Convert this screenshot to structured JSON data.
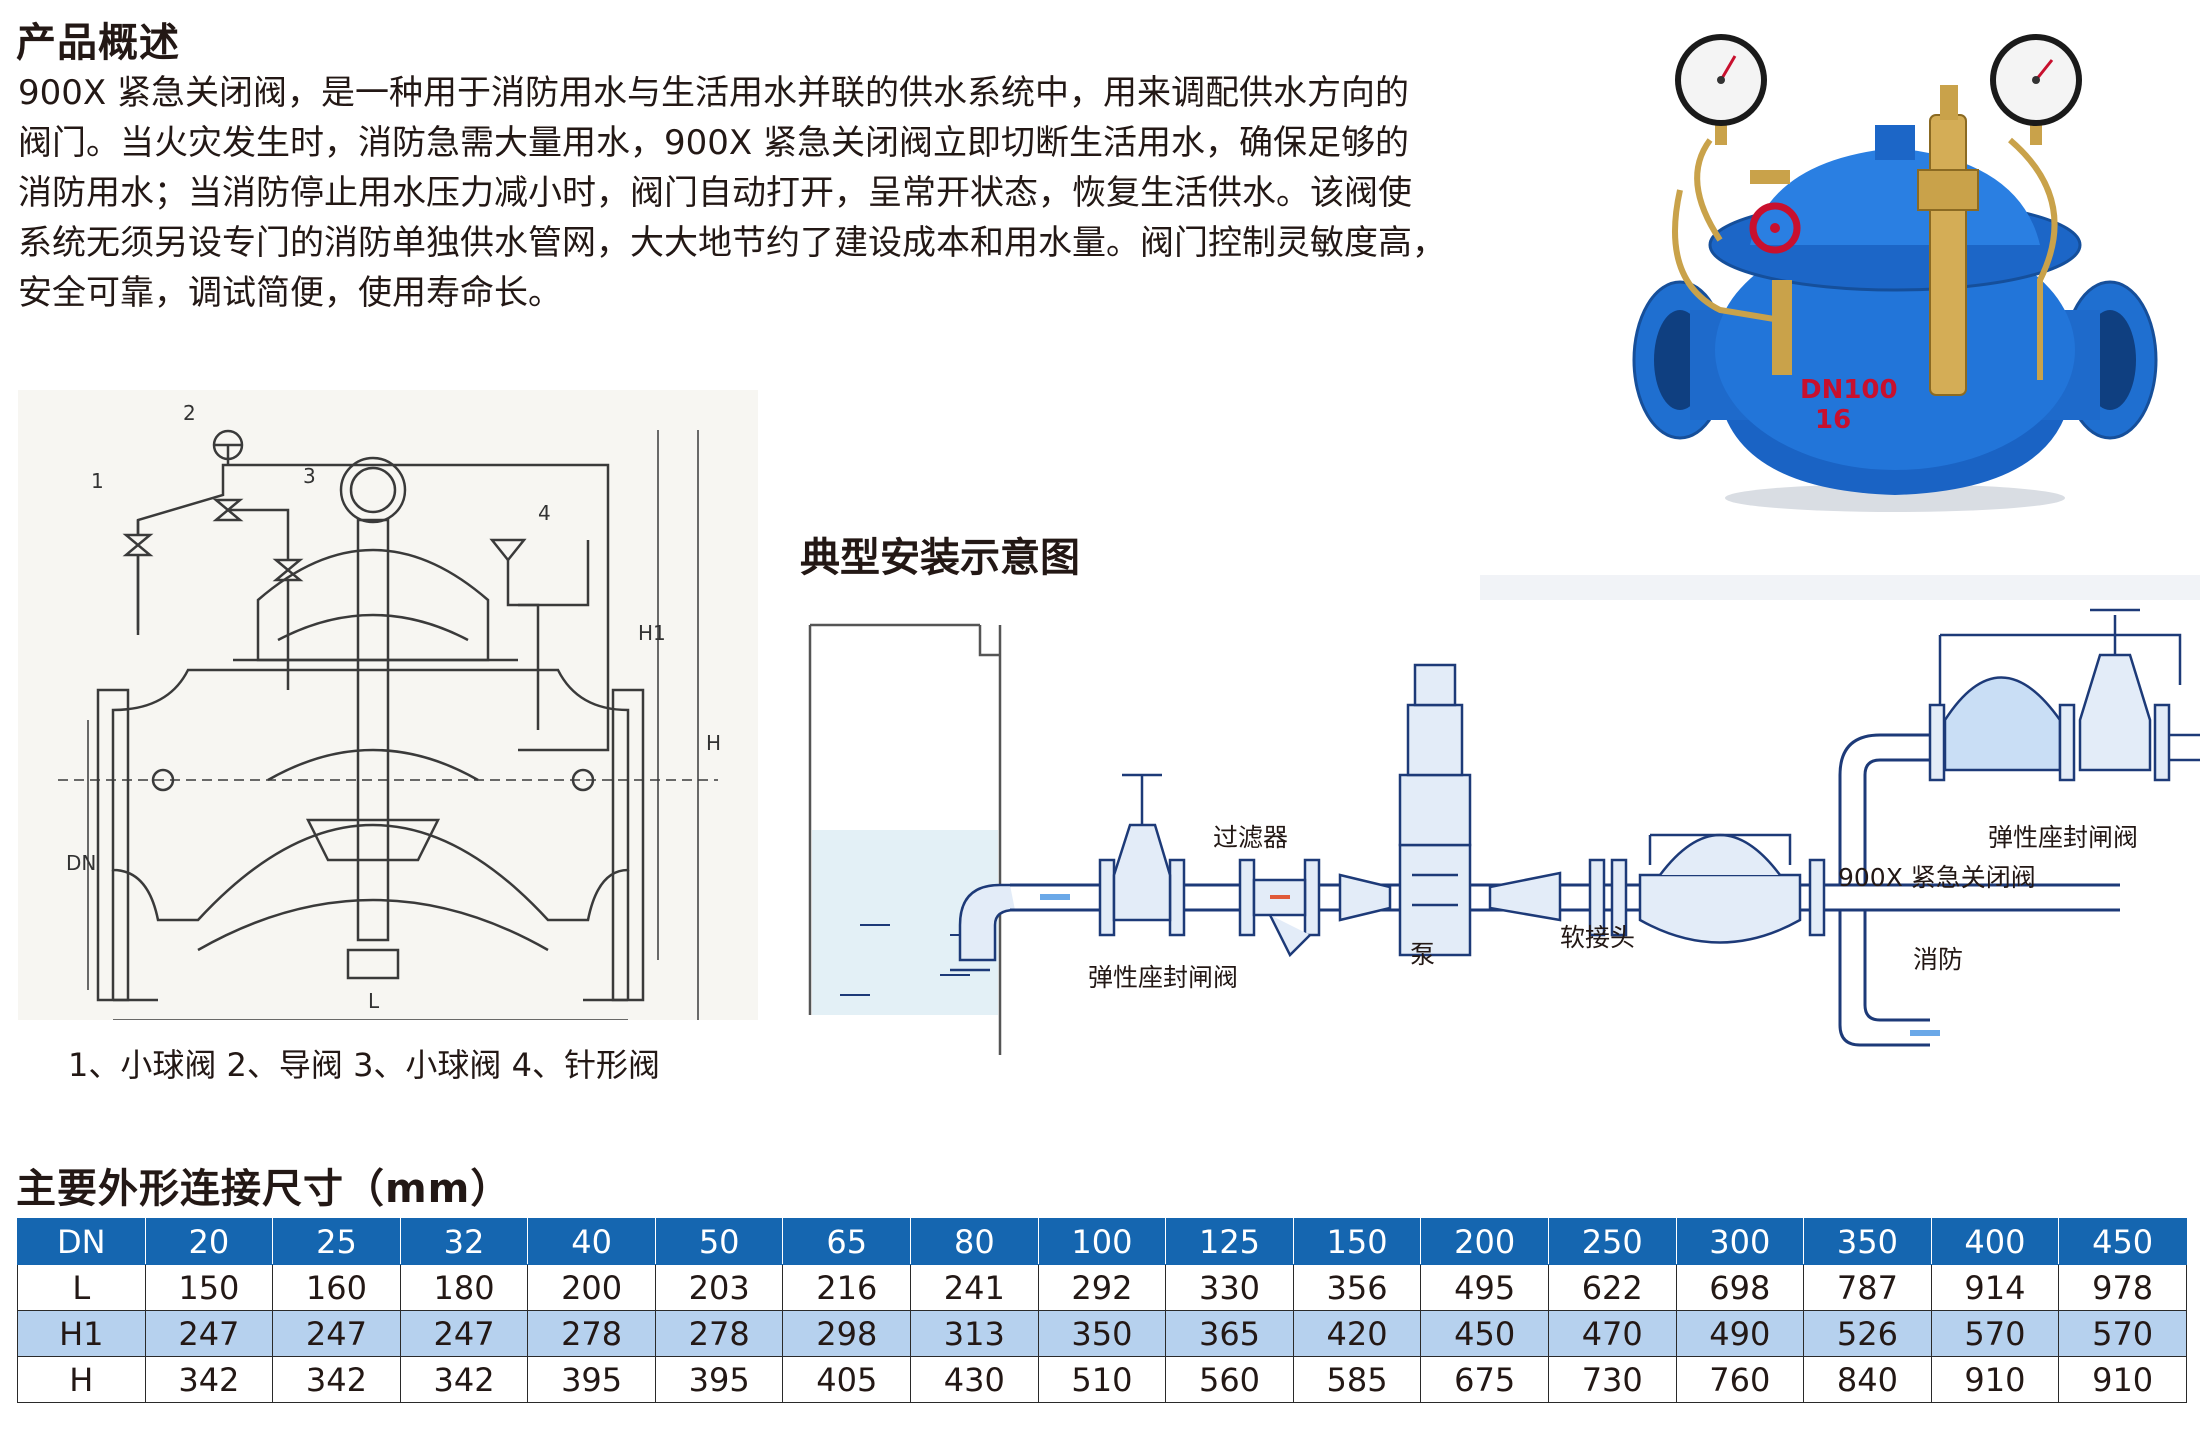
{
  "overview": {
    "title": "产品概述",
    "lines": [
      "900X 紧急关闭阀，是一种用于消防用水与生活用水并联的供水系统中，用来调配供水方向的",
      "阀门。当火灾发生时，消防急需大量用水，900X 紧急关闭阀立即切断生活用水，确保足够的",
      "消防用水；当消防停止用水压力减小时，阀门自动打开，呈常开状态，恢复生活供水。该阀使",
      "系统无须另设专门的消防单独供水管网，大大地节约了建设成本和用水量。阀门控制灵敏度高，",
      "安全可靠，调试简便，使用寿命长。"
    ]
  },
  "product_photo": {
    "nameplate": "DN100",
    "mark": "16",
    "colors": {
      "body": "#1f6fd0",
      "brass": "#c9a24a",
      "handwheel": "#c8102e"
    }
  },
  "section_drawing": {
    "callouts": [
      "1",
      "2",
      "3",
      "4"
    ],
    "dims": {
      "h1": "H1",
      "h": "H",
      "dn": "DN",
      "l": "L"
    },
    "caption": "1、小球阀  2、导阀 3、小球阀 4、针形阀"
  },
  "install": {
    "title": "典型安装示意图",
    "labels": {
      "filter": "过滤器",
      "gate_valve_1": "弹性座封闸阀",
      "pump": "泵",
      "flex_joint": "软接头",
      "gate_valve_2": "弹性座封闸阀",
      "valve_900x": "900X 紧急关闭阀",
      "fire": "消防"
    }
  },
  "dimensions": {
    "title": "主要外形连接尺寸（mm）",
    "header": [
      "DN",
      "20",
      "25",
      "32",
      "40",
      "50",
      "65",
      "80",
      "100",
      "125",
      "150",
      "200",
      "250",
      "300",
      "350",
      "400",
      "450"
    ],
    "rows": [
      [
        "L",
        "150",
        "160",
        "180",
        "200",
        "203",
        "216",
        "241",
        "292",
        "330",
        "356",
        "495",
        "622",
        "698",
        "787",
        "914",
        "978"
      ],
      [
        "H1",
        "247",
        "247",
        "247",
        "278",
        "278",
        "298",
        "313",
        "350",
        "365",
        "420",
        "450",
        "470",
        "490",
        "526",
        "570",
        "570"
      ],
      [
        "H",
        "342",
        "342",
        "342",
        "395",
        "395",
        "405",
        "430",
        "510",
        "560",
        "585",
        "675",
        "730",
        "760",
        "840",
        "910",
        "910"
      ]
    ],
    "colors": {
      "header_bg": "#1566b0",
      "stripe_bg": "#b6d1ee"
    }
  }
}
